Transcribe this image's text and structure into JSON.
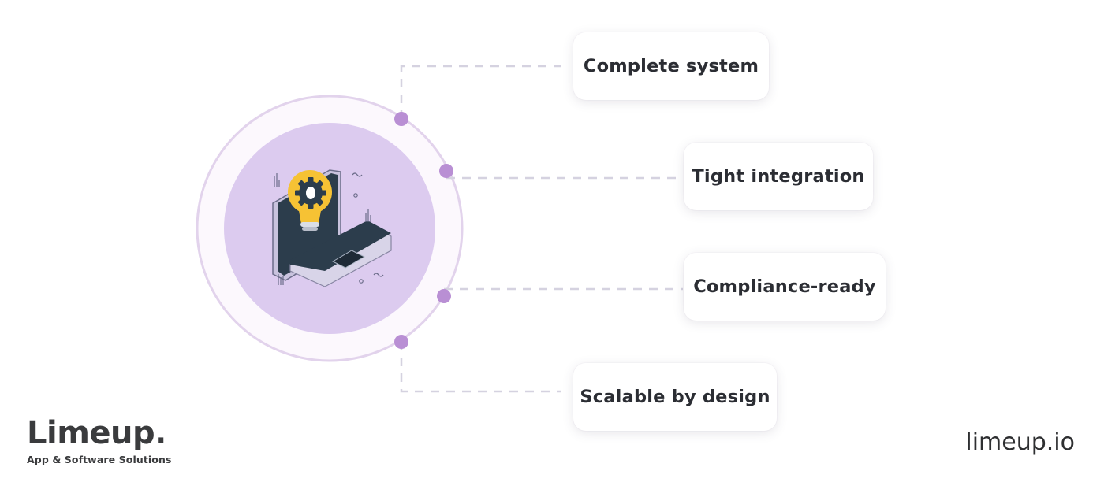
{
  "features": [
    {
      "label": "Complete system"
    },
    {
      "label": "Tight integration"
    },
    {
      "label": "Compliance-ready"
    },
    {
      "label": "Scalable by design"
    }
  ],
  "branding": {
    "logo": "Limeup.",
    "tagline": "App & Software Solutions",
    "website": "limeup.io"
  },
  "illustration": "lightbulb-gear-on-laptop-icon",
  "colors": {
    "outer_ring": "#e2d3ec",
    "inner_disc": "#dccbef",
    "connector_dot": "#b98fd4",
    "dashed_line": "#d5d2e0",
    "card_text": "#2b2d33",
    "bulb": "#f6c234",
    "laptop": "#2c3d4c"
  }
}
